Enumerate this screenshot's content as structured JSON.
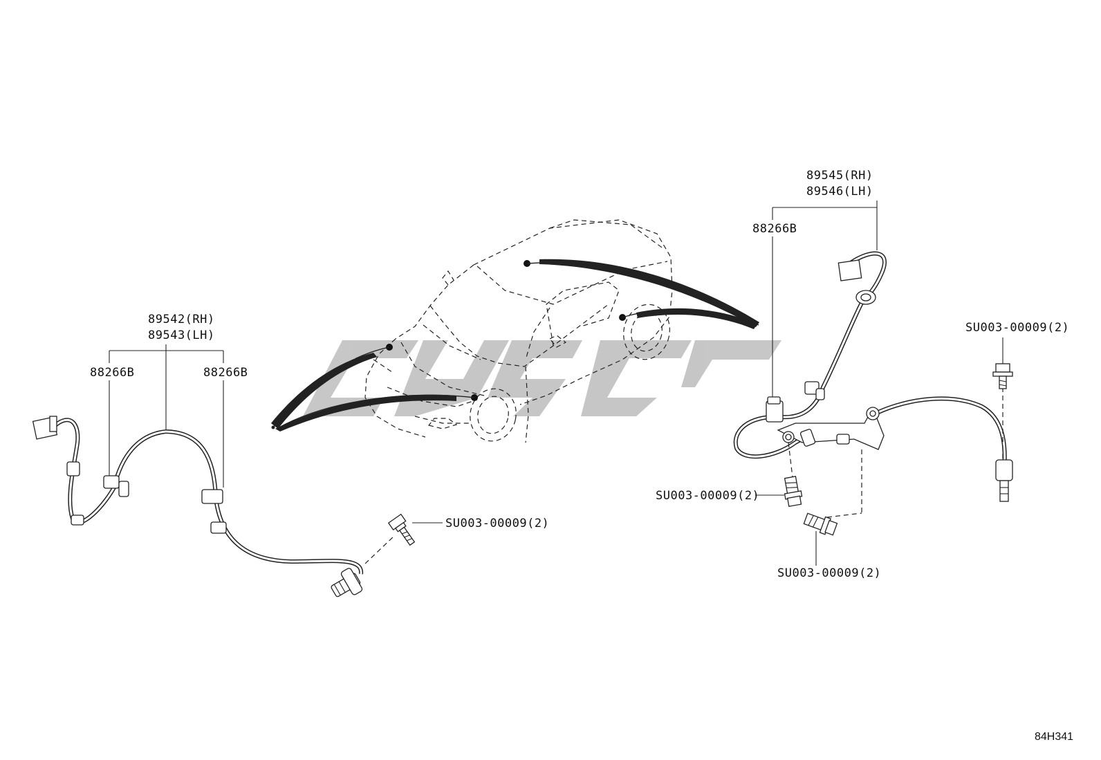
{
  "labels": {
    "front_part_rh": "89542(RH)",
    "front_part_lh": "89543(LH)",
    "front_clamp_left": "88266B",
    "front_clamp_right": "88266B",
    "front_bolt": "SU003-00009(2)",
    "rear_part_rh": "89545(RH)",
    "rear_part_lh": "89546(LH)",
    "rear_clamp": "88266B",
    "rear_bolt_top": "SU003-00009(2)",
    "rear_bolt_mid": "SU003-00009(2)",
    "rear_bolt_bottom": "SU003-00009(2)"
  },
  "figure_code": "84H341"
}
